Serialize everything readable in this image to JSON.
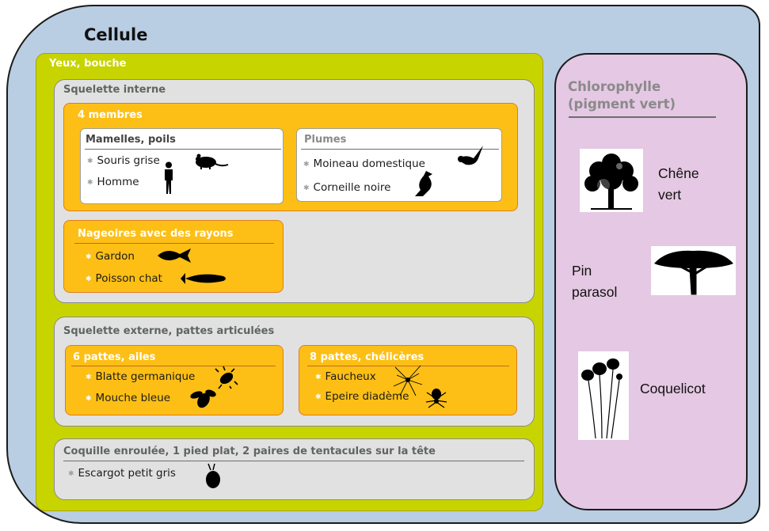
{
  "cell": {
    "title": "Cellule"
  },
  "animals": {
    "label": "Yeux, bouche",
    "internal_skeleton": {
      "label": "Squelette interne",
      "four_limbs": {
        "label": "4 membres",
        "mammals": {
          "label": "Mamelles, poils",
          "items": [
            "Souris grise",
            "Homme"
          ]
        },
        "birds": {
          "label": "Plumes",
          "items": [
            "Moineau domestique",
            "Corneille noire"
          ]
        }
      },
      "fins": {
        "label": "Nageoires avec des rayons",
        "items": [
          "Gardon",
          "Poisson chat"
        ]
      }
    },
    "external_skeleton": {
      "label": "Squelette externe, pattes articulées",
      "insects": {
        "label": "6 pattes, ailes",
        "items": [
          "Blatte germanique",
          "Mouche bleue"
        ]
      },
      "arachnids": {
        "label": "8 pattes, chélicères",
        "items": [
          "Faucheux",
          "Epeire diadème"
        ]
      }
    },
    "shell": {
      "label": "Coquille enroulée, 1 pied plat, 2 paires de tentacules sur la tête",
      "items": [
        "Escargot petit gris"
      ]
    }
  },
  "plants": {
    "label_line1": "Chlorophylle",
    "label_line2": "(pigment vert)",
    "items": [
      {
        "line1": "Chêne",
        "line2": "vert",
        "icon": "oak-tree-icon"
      },
      {
        "line1": "Pin",
        "line2": "parasol",
        "icon": "umbrella-pine-icon"
      },
      {
        "line1": "Coquelicot",
        "line2": "",
        "icon": "poppy-icon"
      }
    ]
  },
  "colors": {
    "cell": "#b9cde3",
    "animals": "#c8d400",
    "gray_group": "#e1e1e1",
    "orange_group": "#fdbf15",
    "plants": "#e5c8e3"
  }
}
